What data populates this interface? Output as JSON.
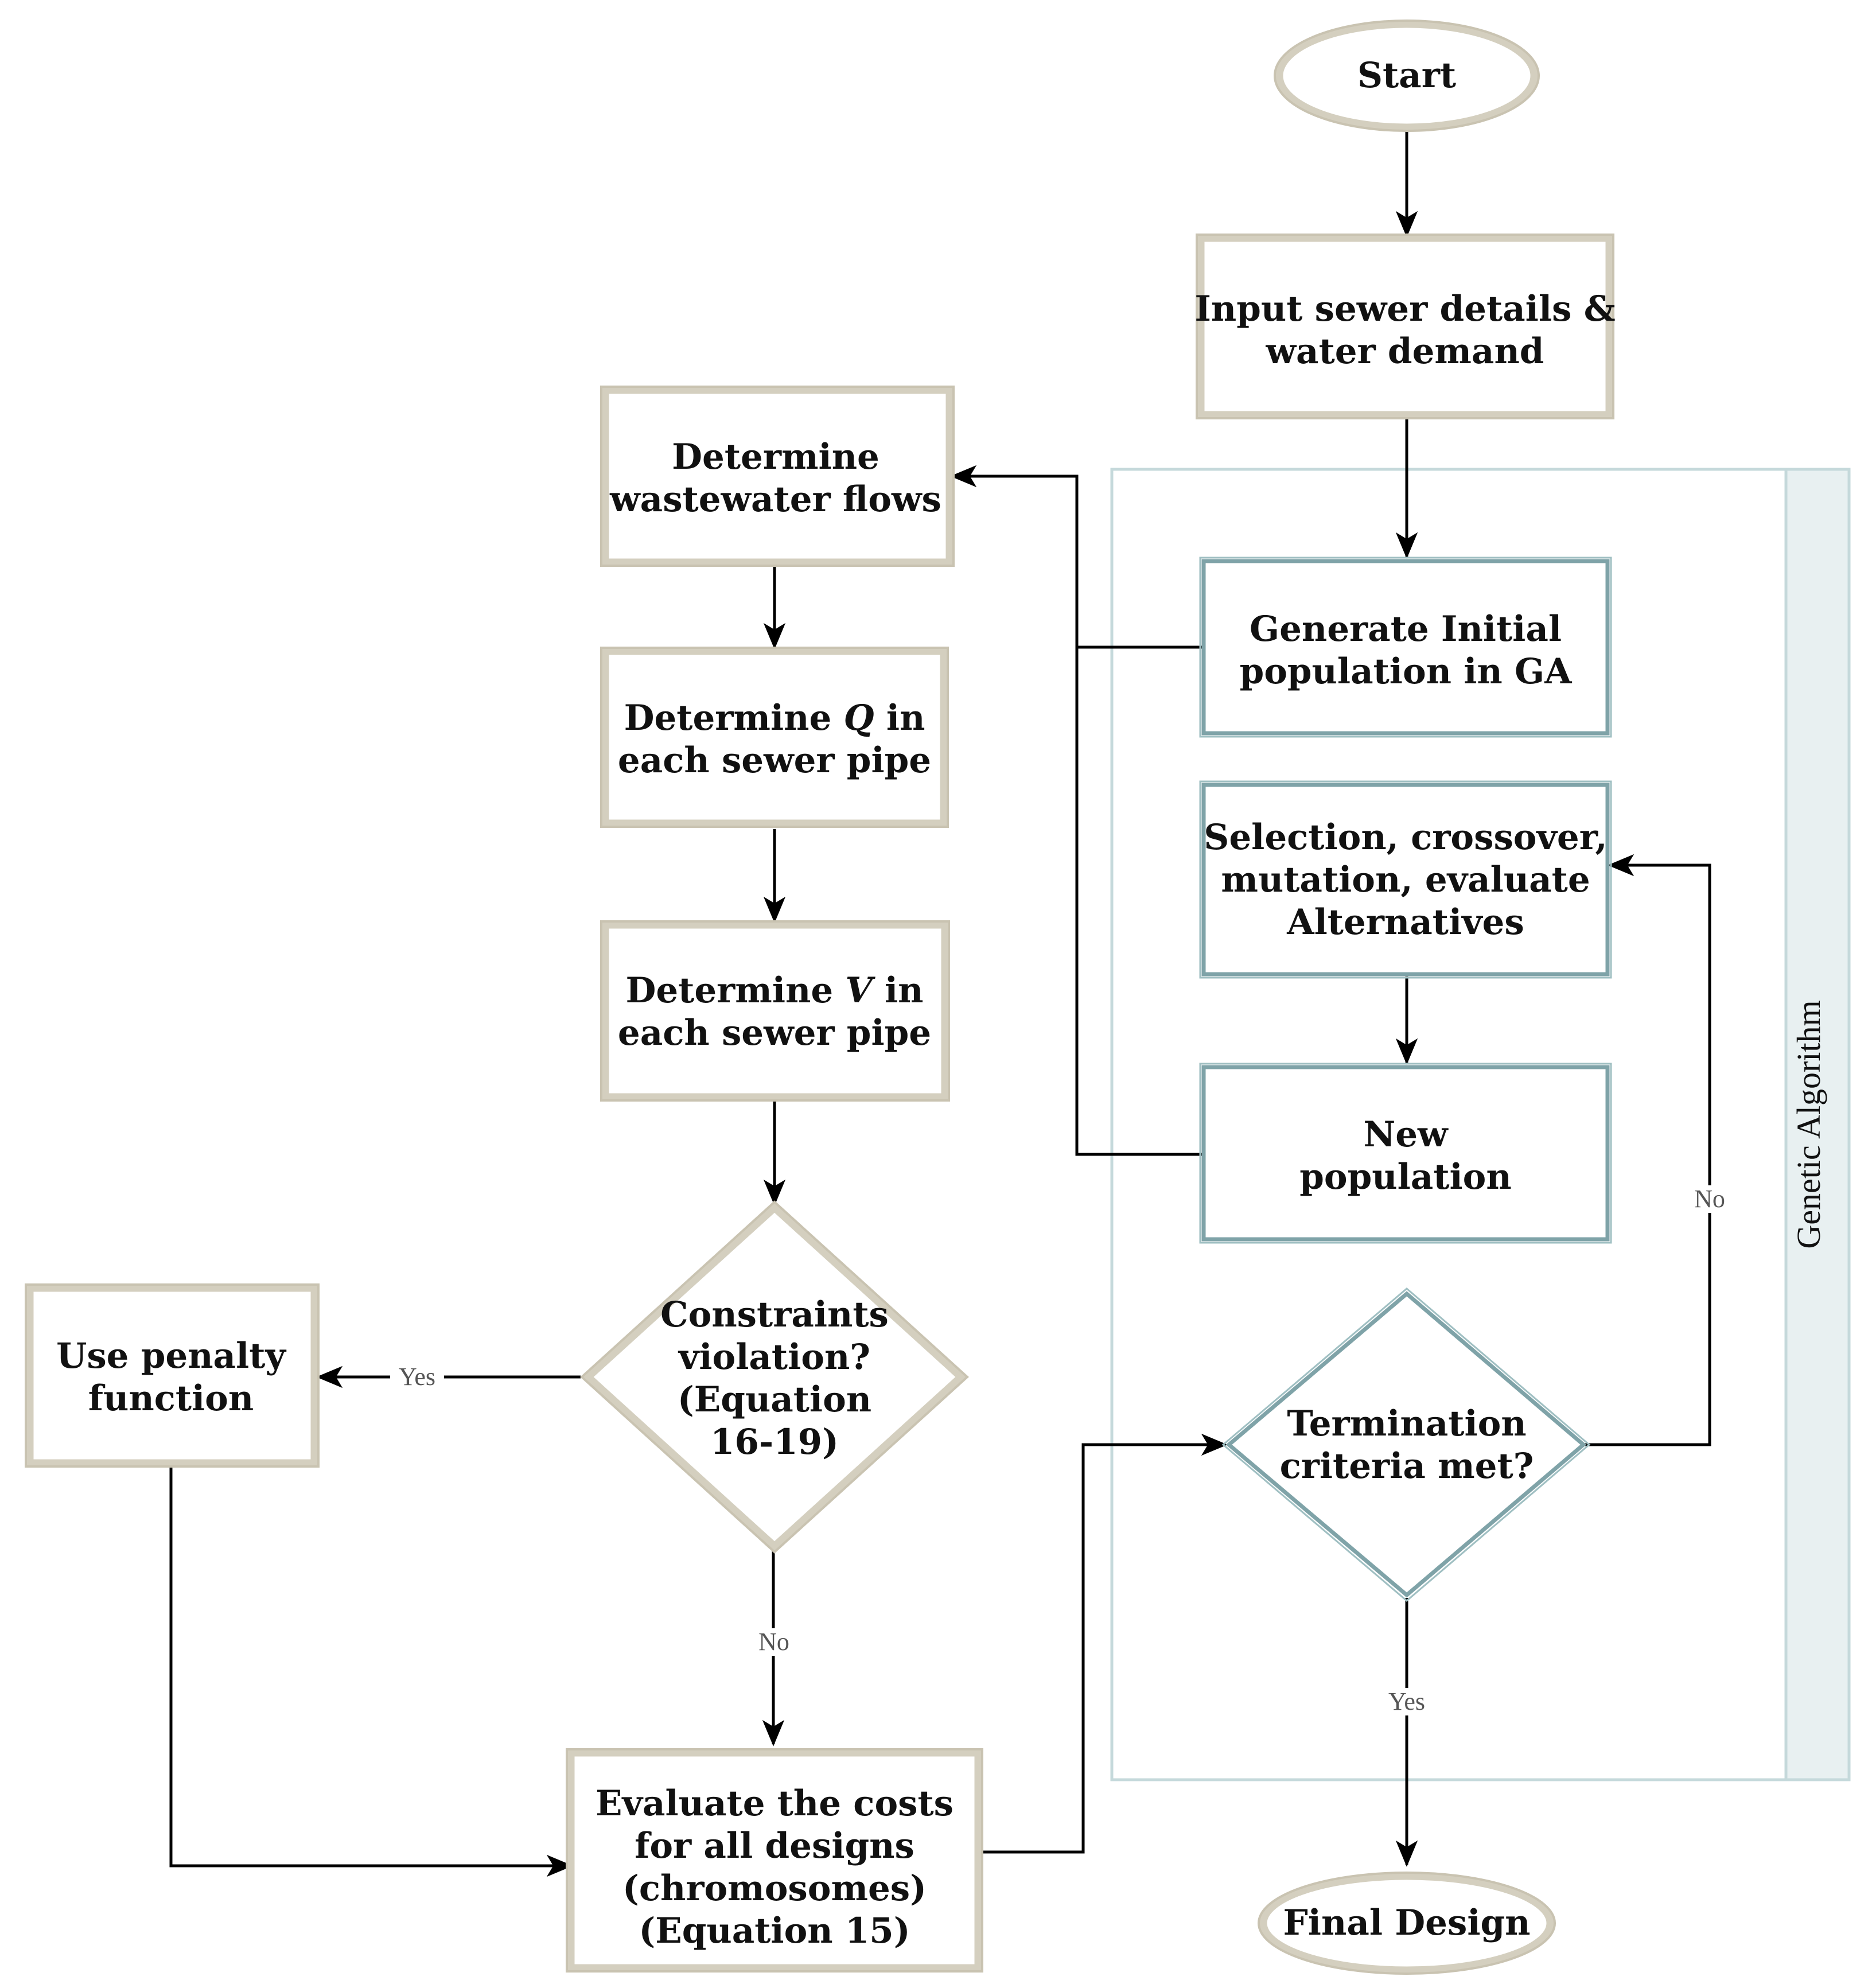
{
  "nodes": {
    "start": {
      "lines": [
        "Start"
      ]
    },
    "input": {
      "lines": [
        "Input sewer details &",
        "water demand"
      ]
    },
    "generate": {
      "lines": [
        "Generate Initial",
        "population in GA"
      ]
    },
    "selection": {
      "lines": [
        "Selection, crossover,",
        "mutation, evaluate",
        "Alternatives"
      ]
    },
    "new_population": {
      "lines": [
        "New",
        "population"
      ]
    },
    "termination": {
      "lines": [
        "Termination",
        "criteria met?"
      ]
    },
    "final": {
      "lines": [
        "Final Design"
      ]
    },
    "wastewater": {
      "lines": [
        "Determine",
        "wastewater flows"
      ]
    },
    "determine_q": {
      "lines": [
        [
          "Determine ",
          "Q",
          " in"
        ],
        "each sewer pipe"
      ]
    },
    "determine_v": {
      "lines": [
        [
          "Determine ",
          "V",
          " in"
        ],
        "each sewer pipe"
      ]
    },
    "constraints": {
      "lines": [
        "Constraints",
        "violation?",
        "(Equation",
        "16-19)"
      ]
    },
    "penalty": {
      "lines": [
        "Use penalty",
        "function"
      ]
    },
    "evaluate": {
      "lines": [
        "Evaluate the costs",
        "for all designs",
        "(chromosomes)",
        "(Equation 15)"
      ]
    }
  },
  "edge_labels": {
    "yes_penalty": "Yes",
    "no_evaluate": "No",
    "no_loop": "No",
    "yes_final": "Yes"
  },
  "group": {
    "label": "Genetic Algorithm"
  },
  "colors": {
    "beige_border": "#d4cfbf",
    "teal_border": "#7fa3a8",
    "group_border": "#c5d9db",
    "group_band": "#e8f0f1",
    "connector": "#000000"
  }
}
